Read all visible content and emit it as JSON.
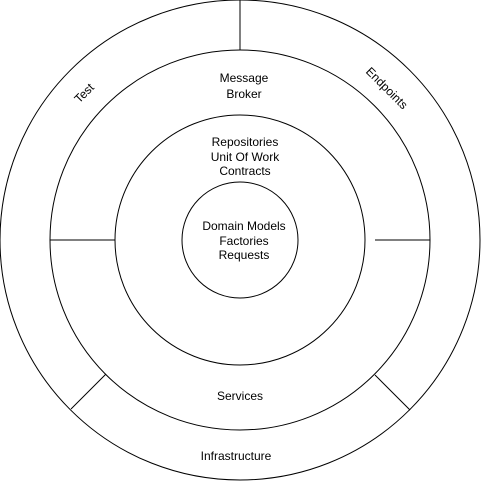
{
  "diagram": {
    "outer_ring": {
      "test_label": "Test",
      "endpoints_label": "Endpoints",
      "infrastructure_label": "Infrastructure"
    },
    "middle_ring": {
      "message_broker_line1": "Message",
      "message_broker_line2": "Broker",
      "services_label": "Services"
    },
    "inner_ring": {
      "line1": "Repositories",
      "line2": "Unit Of Work",
      "line3": "Contracts"
    },
    "core": {
      "line1": "Domain Models",
      "line2": "Factories",
      "line3": "Requests"
    },
    "colors": {
      "stroke": "#000000",
      "background": "#ffffff"
    }
  }
}
